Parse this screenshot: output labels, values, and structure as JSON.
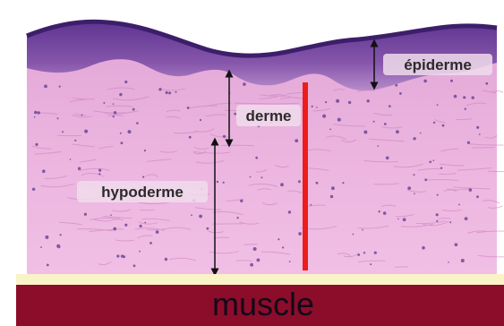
{
  "labels": {
    "epidermis": "épiderme",
    "dermis": "derme",
    "hypodermis": "hypoderme",
    "muscle": "muscle"
  },
  "colors": {
    "epidermis_dark": "#6a3f9a",
    "epidermis_light": "#b98acb",
    "dermis_pink": "#e6a9d7",
    "hypodermis_pink": "#f2bbe4",
    "marker_red": "#ee1c1c",
    "muscle_band": "#8b0d2a",
    "muscle_text": "#14081a",
    "cream_strip": "#f9f3c8",
    "arrow": "#111111"
  }
}
